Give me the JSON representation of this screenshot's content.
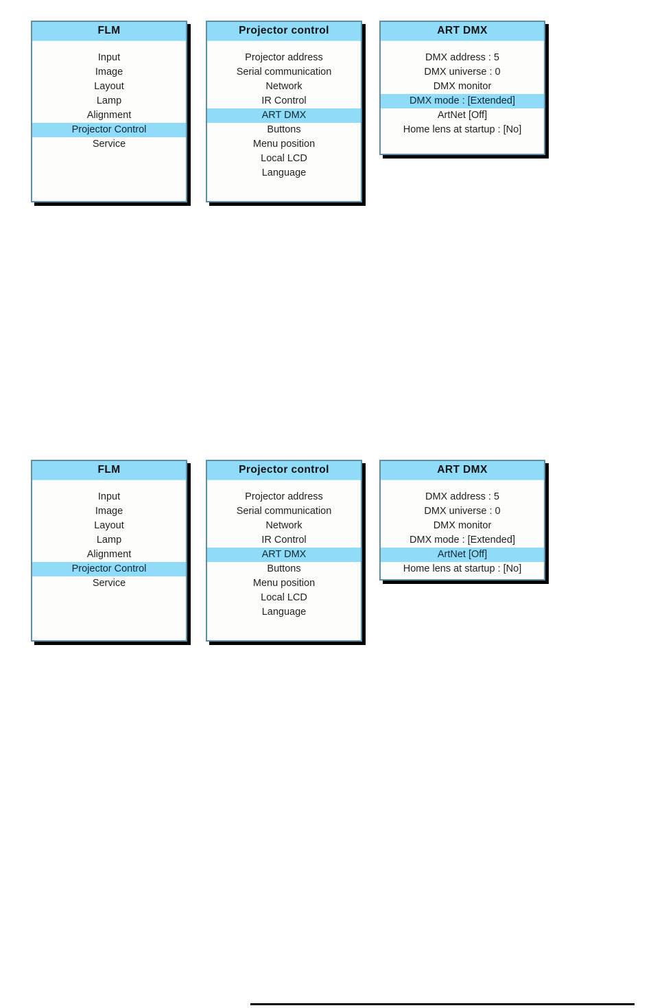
{
  "colors": {
    "accent_blue": "#90DCF8",
    "panel_background": "#FDFDFB",
    "panel_border": "#5C90A8",
    "text": "#1F1F1F",
    "shadow": "#000000",
    "rule": "#000000"
  },
  "groups": [
    {
      "id": "top",
      "panels": [
        {
          "title": "FLM",
          "items": [
            {
              "label": "Input",
              "selected": false
            },
            {
              "label": "Image",
              "selected": false
            },
            {
              "label": "Layout",
              "selected": false
            },
            {
              "label": "Lamp",
              "selected": false
            },
            {
              "label": "Alignment",
              "selected": false
            },
            {
              "label": "Projector Control",
              "selected": true
            },
            {
              "label": "Service",
              "selected": false
            }
          ]
        },
        {
          "title": "Projector control",
          "items": [
            {
              "label": "Projector address",
              "selected": false
            },
            {
              "label": "Serial communication",
              "selected": false
            },
            {
              "label": "Network",
              "selected": false
            },
            {
              "label": "IR Control",
              "selected": false
            },
            {
              "label": "ART DMX",
              "selected": true
            },
            {
              "label": "Buttons",
              "selected": false
            },
            {
              "label": "Menu position",
              "selected": false
            },
            {
              "label": "Local LCD",
              "selected": false
            },
            {
              "label": "Language",
              "selected": false
            }
          ]
        },
        {
          "title": "ART DMX",
          "items": [
            {
              "label": "DMX address : 5",
              "selected": false
            },
            {
              "label": "DMX universe : 0",
              "selected": false
            },
            {
              "label": "DMX monitor",
              "selected": false
            },
            {
              "label": "DMX mode : [Extended]",
              "selected": true
            },
            {
              "label": "ArtNet [Off]",
              "selected": false
            },
            {
              "label": "Home lens at startup : [No]",
              "selected": false
            }
          ]
        }
      ]
    },
    {
      "id": "bottom",
      "panels": [
        {
          "title": "FLM",
          "items": [
            {
              "label": "Input",
              "selected": false
            },
            {
              "label": "Image",
              "selected": false
            },
            {
              "label": "Layout",
              "selected": false
            },
            {
              "label": "Lamp",
              "selected": false
            },
            {
              "label": "Alignment",
              "selected": false
            },
            {
              "label": "Projector Control",
              "selected": true
            },
            {
              "label": "Service",
              "selected": false
            }
          ]
        },
        {
          "title": "Projector control",
          "items": [
            {
              "label": "Projector address",
              "selected": false
            },
            {
              "label": "Serial communication",
              "selected": false
            },
            {
              "label": "Network",
              "selected": false
            },
            {
              "label": "IR Control",
              "selected": false
            },
            {
              "label": "ART DMX",
              "selected": true
            },
            {
              "label": "Buttons",
              "selected": false
            },
            {
              "label": "Menu position",
              "selected": false
            },
            {
              "label": "Local LCD",
              "selected": false
            },
            {
              "label": "Language",
              "selected": false
            }
          ]
        },
        {
          "title": "ART DMX",
          "items": [
            {
              "label": "DMX address : 5",
              "selected": false
            },
            {
              "label": "DMX universe : 0",
              "selected": false
            },
            {
              "label": "DMX monitor",
              "selected": false
            },
            {
              "label": "DMX mode : [Extended]",
              "selected": false
            },
            {
              "label": "ArtNet [Off]",
              "selected": true
            },
            {
              "label": "Home lens at startup : [No]",
              "selected": false
            }
          ]
        }
      ]
    }
  ]
}
